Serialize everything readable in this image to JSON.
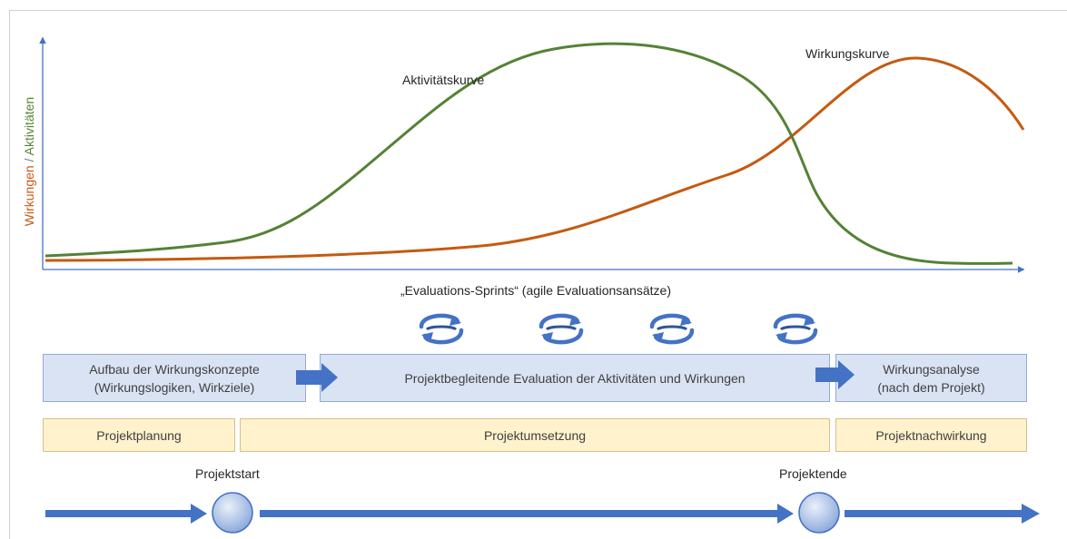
{
  "diagram": {
    "y_axis_label": {
      "part1": "Wirkungen",
      "separator": " / ",
      "part2": "Aktivitäten"
    },
    "curves": {
      "activity_label": "Aktivitätskurve",
      "impact_label": "Wirkungskurve"
    },
    "colors": {
      "activity_curve": "#548235",
      "impact_curve": "#c55a11",
      "axis": "#4472c4",
      "arrow": "#4472c4",
      "phase_fill": "#dae3f3",
      "stage_fill": "#fff2cc"
    },
    "sprints": {
      "title": "„Evaluations-Sprints“ (agile Evaluationsansätze)",
      "icon": "circular-arrows-icon",
      "count": 4
    },
    "phases": [
      {
        "label": "Aufbau der Wirkungskonzepte\n(Wirkungslogiken, Wirkziele)"
      },
      {
        "label": "Projektbegleitende  Evaluation der Aktivitäten und Wirkungen"
      },
      {
        "label": "Wirkungsanalyse\n(nach dem Projekt)"
      }
    ],
    "stages": [
      {
        "label": "Projektplanung"
      },
      {
        "label": "Projektumsetzung"
      },
      {
        "label": "Projektnachwirkung"
      }
    ],
    "milestones": [
      {
        "label": "Projektstart"
      },
      {
        "label": "Projektende"
      }
    ]
  }
}
